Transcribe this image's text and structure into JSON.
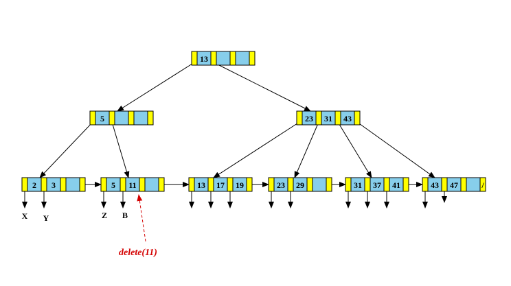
{
  "colors": {
    "pointer_cell": "#ffff00",
    "key_cell": "#87ceeb",
    "outline": "#000000",
    "edge": "#000000",
    "annotation": "#d40000"
  },
  "tree": {
    "root": {
      "keys": [
        "13",
        "",
        ""
      ]
    },
    "internal_left": {
      "keys": [
        "5",
        "",
        ""
      ]
    },
    "internal_right": {
      "keys": [
        "23",
        "31",
        "43"
      ]
    },
    "leaves": [
      {
        "keys": [
          "2",
          "3",
          ""
        ]
      },
      {
        "keys": [
          "5",
          "11",
          ""
        ]
      },
      {
        "keys": [
          "13",
          "17",
          "19"
        ]
      },
      {
        "keys": [
          "23",
          "29",
          ""
        ]
      },
      {
        "keys": [
          "31",
          "37",
          "41"
        ]
      },
      {
        "keys": [
          "43",
          "47",
          ""
        ],
        "null_next": "/"
      }
    ]
  },
  "record_labels": [
    "X",
    "Y",
    "Z",
    "B"
  ],
  "annotation": {
    "text": "delete(11)"
  }
}
